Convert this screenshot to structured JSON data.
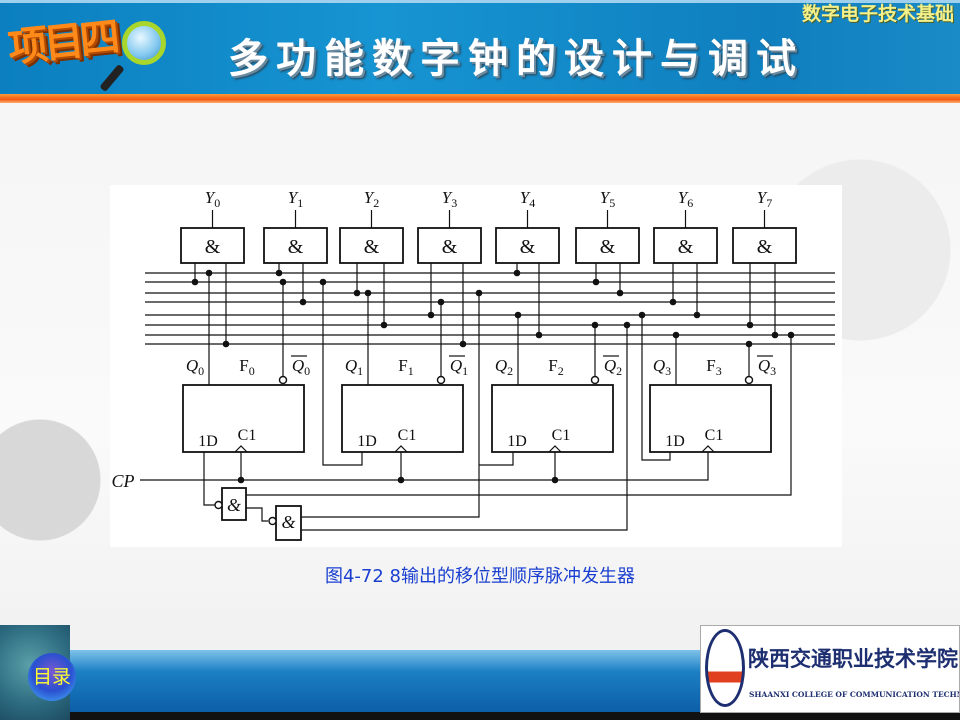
{
  "header": {
    "badge": "项目四",
    "title": "多功能数字钟的设计与调试",
    "subtitle": "数字电子技术基础"
  },
  "diagram": {
    "gate_symbol": "&",
    "outputs": [
      "Y0",
      "Y1",
      "Y2",
      "Y3",
      "Y4",
      "Y5",
      "Y6",
      "Y7"
    ],
    "flipflops": [
      {
        "q": "Q0",
        "name": "F0",
        "qbar": "Q0"
      },
      {
        "q": "Q1",
        "name": "F1",
        "qbar": "Q1"
      },
      {
        "q": "Q2",
        "name": "F2",
        "qbar": "Q2"
      },
      {
        "q": "Q3",
        "name": "F3",
        "qbar": "Q3"
      }
    ],
    "d_label": "1D",
    "clk_label": "C1",
    "cp_label": "CP"
  },
  "caption": "图4-72 8输出的移位型顺序脉冲发生器",
  "footer": {
    "toc_label": "目录",
    "logo_cn": "陕西交通职业技术学院",
    "logo_en": "SHAANXI COLLEGE OF COMMUNICATION TECHNOLOGY"
  }
}
